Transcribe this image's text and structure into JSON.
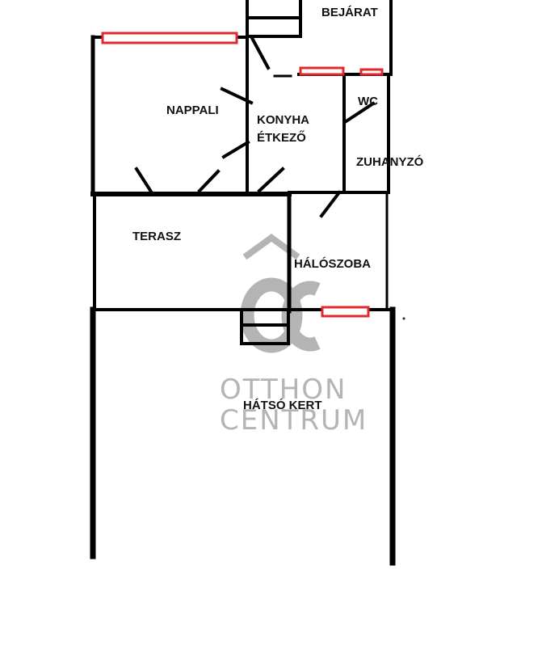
{
  "colors": {
    "wall": "#000000",
    "window": "#e0282e",
    "watermark": "#b4b4b4",
    "label": "#111111",
    "background": "#ffffff"
  },
  "rooms": {
    "bejarat": "BEJÁRAT",
    "nappali": "NAPPALI",
    "konyha_1": "KONYHA",
    "konyha_2": "ÉTKEZŐ",
    "wc": "WC",
    "zuhanyzo": "ZUHANYZÓ",
    "terasz": "TERASZ",
    "haloszoba": "HÁLÓSZOBA",
    "hatso_kert": "HÁTSÓ KERT"
  },
  "watermark": {
    "logo_icon": "oc-house-logo-icon",
    "line_1": "OTTHON",
    "line_2": "CENTRUM"
  }
}
